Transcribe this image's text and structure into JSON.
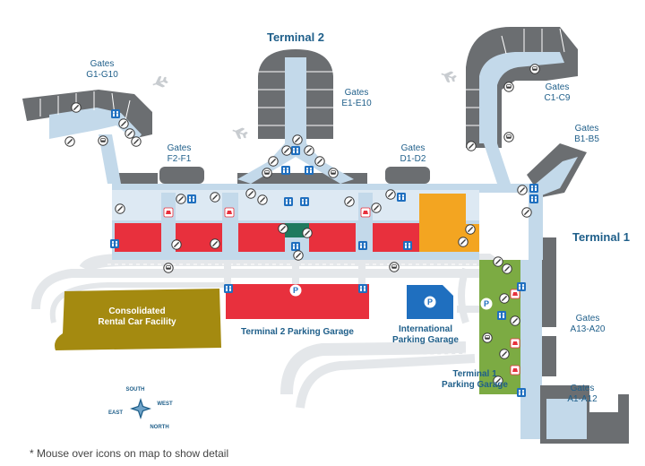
{
  "terminals": {
    "t1": "Terminal 1",
    "t2": "Terminal 2"
  },
  "gates": {
    "g1_g10": [
      "Gates",
      "G1-G10"
    ],
    "f2_f1": [
      "Gates",
      "F2-F1"
    ],
    "e1_e10": [
      "Gates",
      "E1-E10"
    ],
    "d1_d2": [
      "Gates",
      "D1-D2"
    ],
    "c1_c9": [
      "Gates",
      "C1-C9"
    ],
    "b1_b5": [
      "Gates",
      "B1-B5"
    ],
    "a13_a20": [
      "Gates",
      "A13-A20"
    ],
    "a1_a12": [
      "Gates",
      "A1-A12"
    ]
  },
  "facilities": {
    "rental": [
      "Consolidated",
      "Rental Car Facility"
    ],
    "t2_garage": "Terminal 2 Parking Garage",
    "intl_garage": [
      "International",
      "Parking Garage"
    ],
    "t1_garage": [
      "Terminal 1",
      "Parking Garage"
    ]
  },
  "compass": {
    "south": "SOUTH",
    "west": "WEST",
    "east": "EAST",
    "north": "NORTH"
  },
  "footnote": "* Mouse over icons on map to show detail",
  "colors": {
    "concourse": "#c3d9ea",
    "building": "#6b6e71",
    "road": "#e4e7ea",
    "roadline": "#ffffff",
    "red": "#e8303d",
    "orange": "#f3a521",
    "green": "#7cab43",
    "teal": "#1f7a5f",
    "blue_garage": "#1f6fbf",
    "rental": "#a48a10",
    "label": "#1f5f8a"
  },
  "icons": {
    "restroom": "restroom-icon",
    "shop": "shopping-icon",
    "dining": "dining-icon",
    "atm": "atm-icon",
    "bus": "shuttle-bus-icon",
    "baggage": "baggage-claim-icon",
    "parking": "parking-icon",
    "pet": "pet-relief-icon",
    "airplane": "airplane-icon"
  }
}
